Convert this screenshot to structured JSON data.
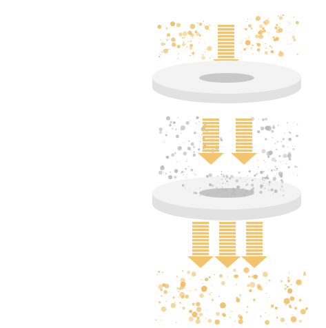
{
  "diagram": {
    "colors": {
      "background": "#ffffff",
      "arrow": "#f2c46d",
      "arrow_stripe": "#ffffff",
      "particle_gold": "#eebc5f",
      "particle_grey": "#b9b9b9",
      "disc_top": "#f3f3f3",
      "disc_side": "#e2e2e2",
      "disc_hole": "#c9c9c9"
    },
    "stages": [
      {
        "arrows": 1,
        "particles": "gold"
      },
      {
        "arrows": 2,
        "particles": "grey"
      },
      {
        "arrows": 3,
        "particles": "gold"
      }
    ],
    "filters": [
      {
        "accumulated_particles": false
      },
      {
        "accumulated_particles": true
      }
    ]
  }
}
